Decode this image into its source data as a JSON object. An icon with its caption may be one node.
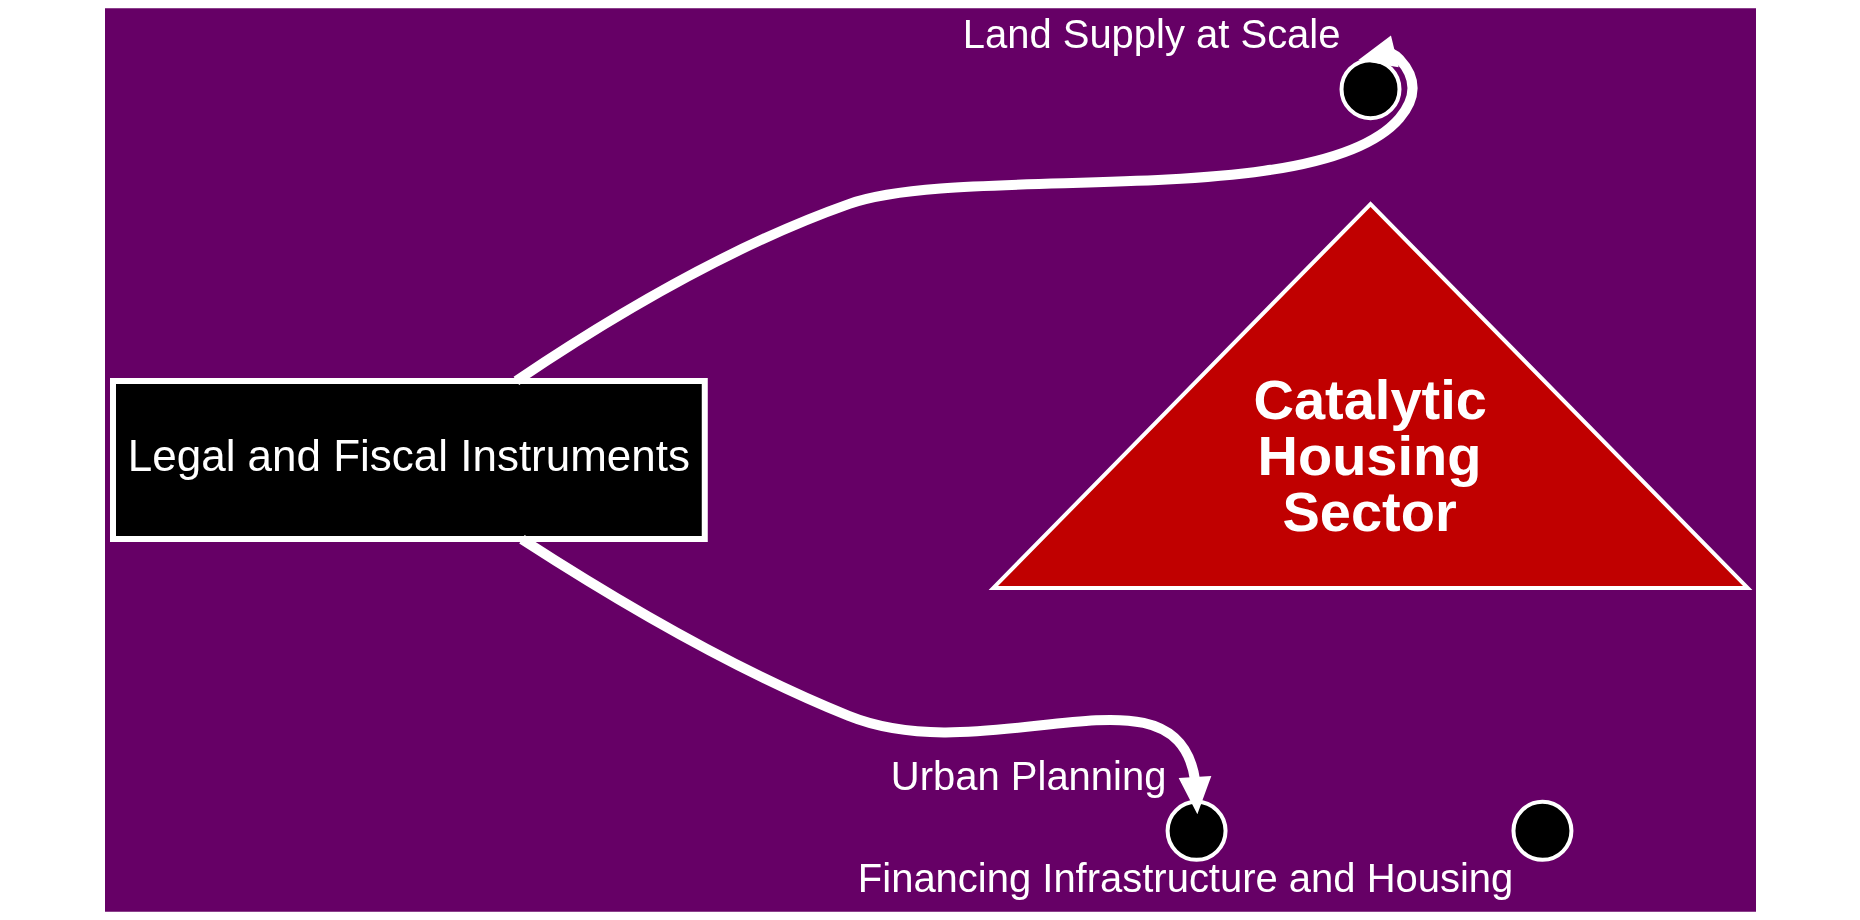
{
  "diagram": {
    "nodes": [
      {
        "text": [
          "Legal and Fiscal Instruments"
        ]
      },
      {
        "text": [],
        "shape": "circle",
        "beside": [
          "Land Supply at Scale"
        ]
      },
      {
        "text": [
          "Catalytic Housing Sector"
        ]
      },
      {
        "text": [],
        "shape": "circle",
        "beside": [
          "Urban Planning"
        ]
      },
      {
        "text": [],
        "shape": "circle",
        "beside": [
          "Financing Infrastructure and Housing"
        ]
      }
    ],
    "edges": [
      {
        "from": 0,
        "to": 1,
        "arrow": "to"
      },
      {
        "from": 0,
        "to": 3,
        "arrow": "to"
      }
    ]
  }
}
